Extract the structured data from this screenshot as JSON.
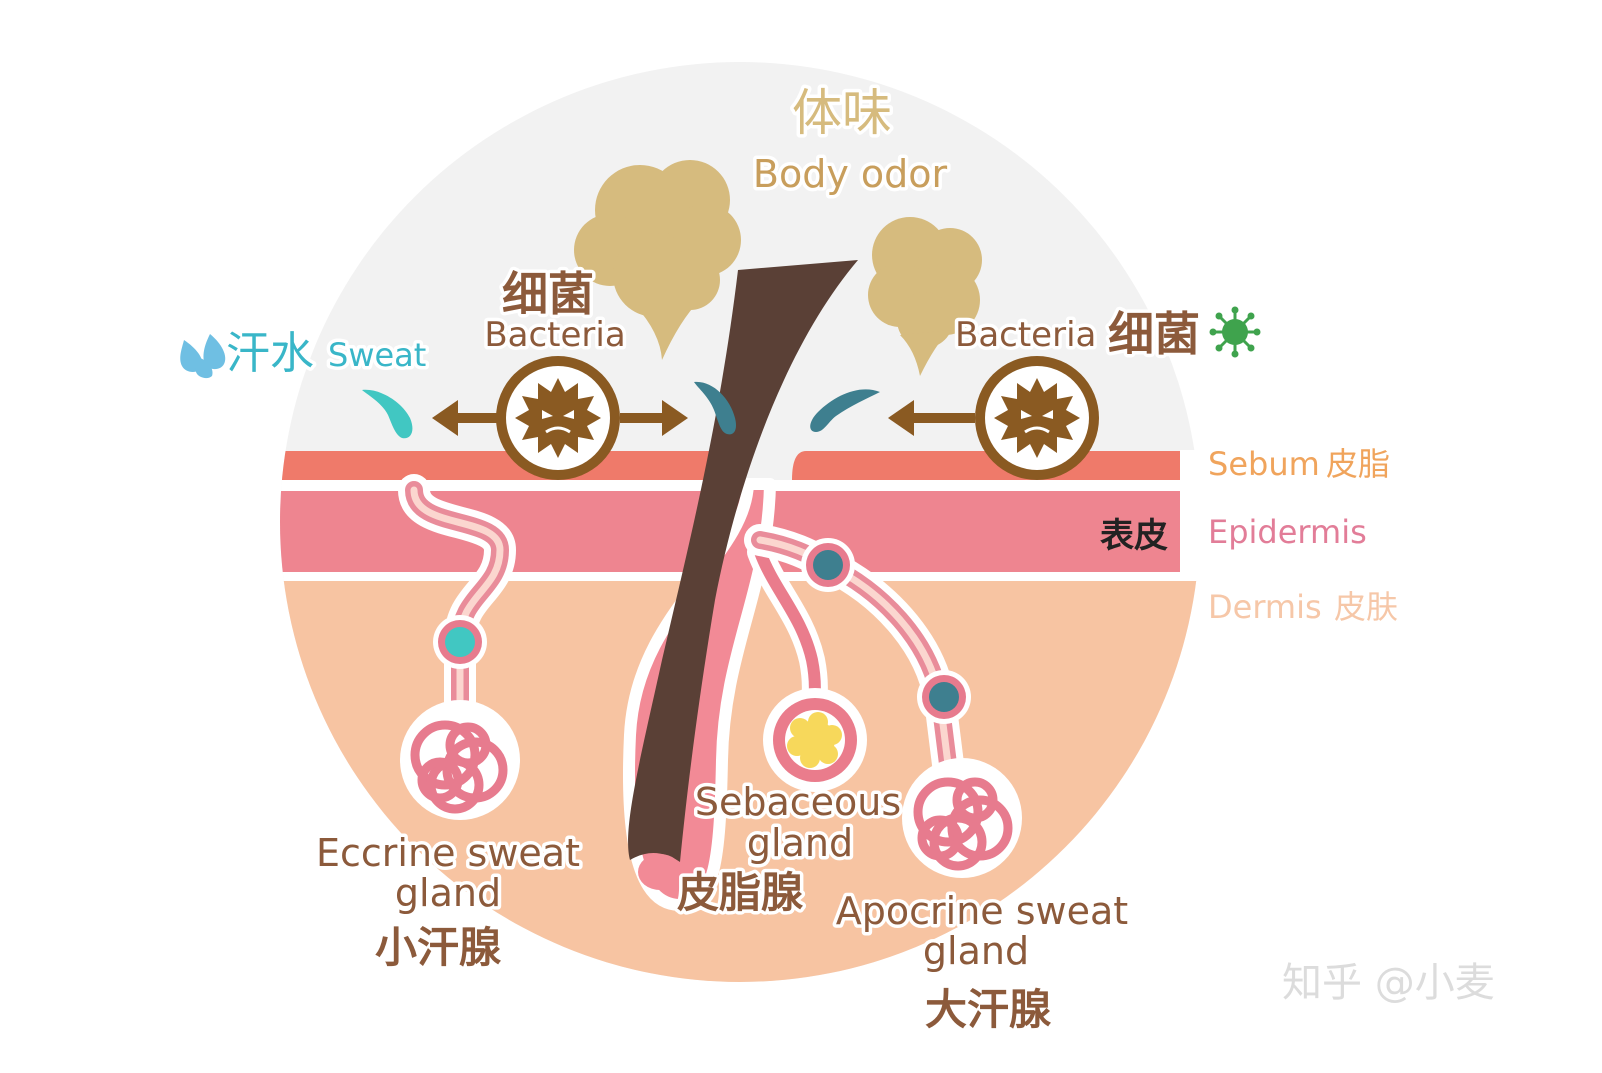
{
  "title": {
    "zh": "体味",
    "en": "Body odor"
  },
  "bacteria_left": {
    "zh": "细菌",
    "en": "Bacteria"
  },
  "bacteria_right": {
    "zh": "细菌",
    "en": "Bacteria"
  },
  "sweat": {
    "zh": "汗水",
    "en": "Sweat"
  },
  "layers": {
    "sebum": {
      "en": "Sebum",
      "zh": "皮脂"
    },
    "epidermis": {
      "zh": "表皮",
      "en": "Epidermis"
    },
    "dermis": {
      "en": "Dermis",
      "zh": "皮肤"
    }
  },
  "glands": {
    "eccrine": {
      "en_line1": "Eccrine sweat",
      "en_line2": "gland",
      "zh": "小汗腺"
    },
    "sebaceous": {
      "en_line1": "Sebaceous",
      "en_line2": "gland",
      "zh": "皮脂腺"
    },
    "apocrine": {
      "en_line1": "Apocrine sweat",
      "en_line2": "gland",
      "zh": "大汗腺"
    }
  },
  "watermark": "知乎 @小麦",
  "icons": [
    "sweat-drops-icon",
    "virus-icon",
    "bacteria-icon",
    "odor-cloud-icon",
    "arrow-icon",
    "sweat-drop-icon"
  ],
  "colors": {
    "sky": "#f2f2f2",
    "sebum": "#ef7a6a",
    "epidermis": "#ee8590",
    "dermis": "#f7c4a2",
    "hair": "#5a4036",
    "duct": "#e77b8e",
    "duct_halo": "#fbe3e6",
    "sweat": "#41c7c2",
    "sweat_dark": "#3e7f8f",
    "odor": "#d6bb7e",
    "bacteria": "#8a5a22",
    "label_brown": "#8c5a3b",
    "sebum_text": "#f0a45c",
    "epidermis_text": "#e27d98",
    "dermis_text": "#f6c7a8",
    "sweat_text": "#39b6c8",
    "virus": "#3fa34d",
    "sebaceous_yellow": "#f7d85b"
  }
}
